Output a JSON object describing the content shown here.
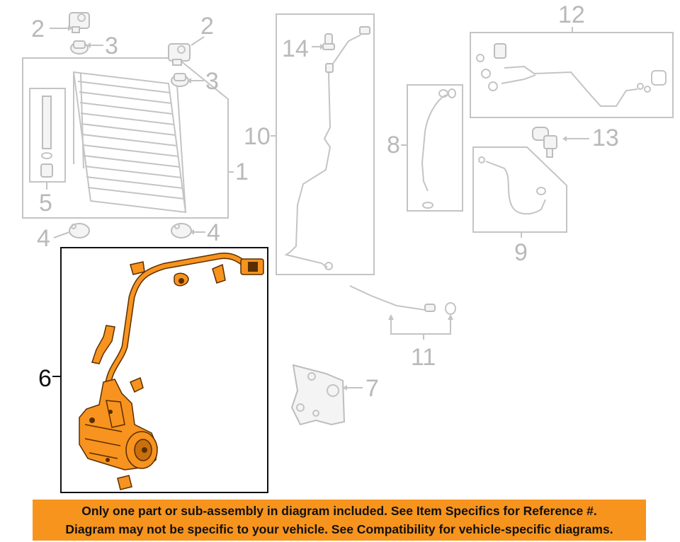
{
  "callouts": {
    "c1": "1",
    "c2a": "2",
    "c2b": "2",
    "c3a": "3",
    "c3b": "3",
    "c4a": "4",
    "c4b": "4",
    "c5": "5",
    "c6": "6",
    "c7": "7",
    "c8": "8",
    "c9": "9",
    "c10": "10",
    "c11": "11",
    "c12": "12",
    "c13": "13",
    "c14": "14"
  },
  "notice": {
    "line1": "Only one part or sub-assembly in diagram included. See Item Specifics for Reference #.",
    "line2": "Diagram may not be specific to your vehicle. See Compatibility for vehicle-specific diagrams."
  },
  "colors": {
    "highlight": "#f7931e",
    "banner": "#f7941d",
    "parts_gray": "#c4c4c4"
  }
}
